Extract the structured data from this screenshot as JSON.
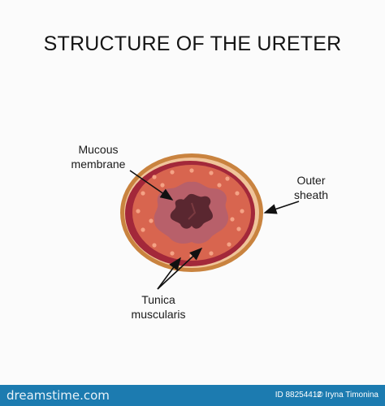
{
  "title": "STRUCTURE OF THE URETER",
  "labels": {
    "mucous_membrane": "Mucous membrane",
    "outer_sheath": "Outer sheath",
    "tunica_muscularis": "Tunica muscularis"
  },
  "footer": {
    "site": "dreamstime.com",
    "image_id": "ID 88254412",
    "author": "© Iryna Timonina"
  },
  "colors": {
    "outer_sheath": "#c9833f",
    "outer_sheath_inner": "#e4a870",
    "muscle_edge": "#a3283a",
    "muscle_fill": "#d8654f",
    "mucosa_ring": "#b8606a",
    "lumen": "#5a2730",
    "dots": "#f4a285",
    "footer_bg": "#1c7bb0"
  }
}
